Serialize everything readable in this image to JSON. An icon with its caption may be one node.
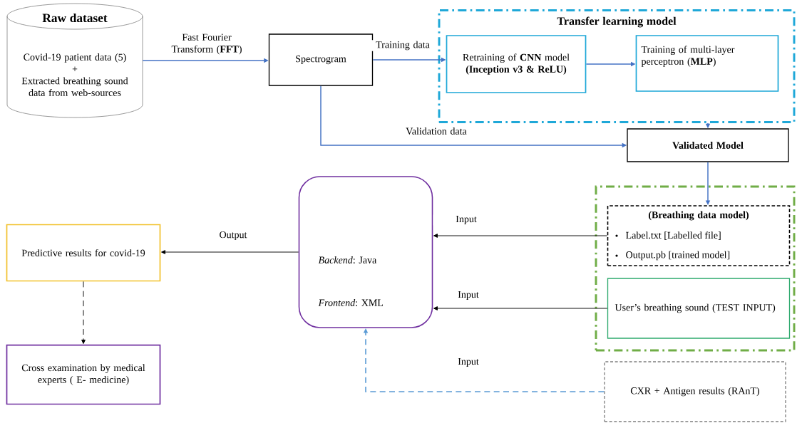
{
  "diagram": {
    "nodes": [
      {
        "text": [
          "Raw dataset",
          "Covid-19 patient data (5)",
          "+",
          "Extracted breathing sound data from web-sources"
        ]
      },
      {
        "text": [
          "Spectrogram"
        ]
      },
      {
        "text": [
          "Transfer learning model"
        ]
      },
      {
        "text": [
          "Retraining of **CNN** model **(Inception v3 & ReLU)**"
        ],
        "in": 2
      },
      {
        "text": [
          "Training of multi-layer perceptron (**MLP**)"
        ],
        "in": 2
      },
      {
        "text": [
          "Validated Model"
        ]
      },
      {
        "text": [
          "*Backend*: Java",
          "*Frontend*: XML"
        ]
      },
      {
        "text": [],
        "shape": "box"
      },
      {
        "text": [
          "(Breathing data model)",
          "Label.txt [Labelled file]",
          "Output.pb [trained model]"
        ],
        "in": 7
      },
      {
        "text": [
          "User’s breathing sound (TEST INPUT)"
        ],
        "in": 7
      },
      {
        "text": [
          "CXR + Antigen results (RAnT)"
        ]
      },
      {
        "text": [
          "Predictive results for covid-19"
        ]
      },
      {
        "text": [
          "Cross examination by medical experts ( E- medicine)"
        ]
      }
    ],
    "edges": [
      {
        "from": 0,
        "to": 1,
        "arrow": "to",
        "label": "Fast Fourier Transform (**FFT**)"
      },
      {
        "from": 1,
        "to": 3,
        "arrow": "to",
        "label": "Training data"
      },
      {
        "from": 3,
        "to": 4,
        "arrow": "to"
      },
      {
        "from": 2,
        "to": 5,
        "arrow": "to"
      },
      {
        "from": 1,
        "to": 5,
        "arrow": "to",
        "label": "Validation data"
      },
      {
        "from": 5,
        "to": 8,
        "arrow": "to"
      },
      {
        "from": 8,
        "to": 6,
        "arrow": "to",
        "label": "Input",
        "color": "#000000"
      },
      {
        "from": 9,
        "to": 6,
        "arrow": "to",
        "label": "Input",
        "color": "#000000"
      },
      {
        "from": 10,
        "to": 6,
        "arrow": "to",
        "label": "Input",
        "style": "dashed",
        "color": "#5b9bd5"
      },
      {
        "from": 6,
        "to": 11,
        "arrow": "to",
        "label": "Output",
        "color": "#000000"
      },
      {
        "from": 11,
        "to": 12,
        "arrow": "to",
        "style": "dashed",
        "color": "#000000"
      }
    ]
  }
}
